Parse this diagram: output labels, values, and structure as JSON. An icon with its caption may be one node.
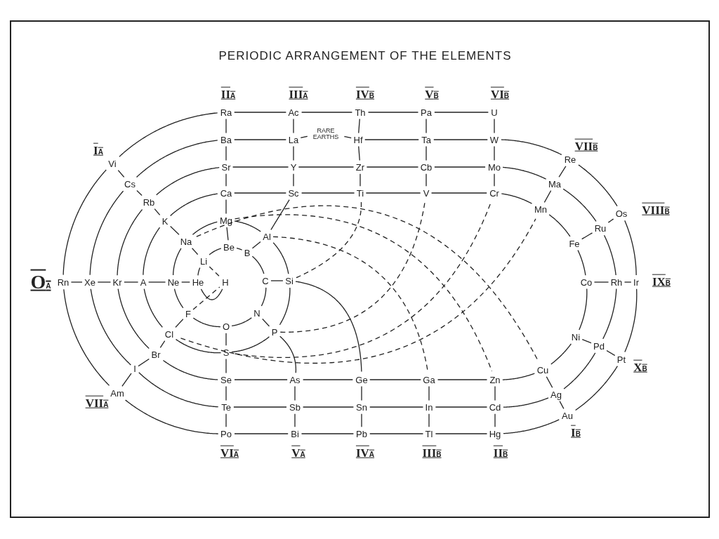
{
  "diagram": {
    "title": "PERIODIC ARRANGEMENT OF THE ELEMENTS",
    "nodes": [
      {
        "text": [
          "Ra"
        ]
      },
      {
        "text": [
          "Ac"
        ]
      },
      {
        "text": [
          "Th"
        ]
      },
      {
        "text": [
          "Pa"
        ]
      },
      {
        "text": [
          "U"
        ]
      },
      {
        "text": [
          "Ba"
        ]
      },
      {
        "text": [
          "La"
        ]
      },
      {
        "text": [
          "RARE EARTHS"
        ]
      },
      {
        "text": [
          "Hf"
        ]
      },
      {
        "text": [
          "Ta"
        ]
      },
      {
        "text": [
          "W"
        ]
      },
      {
        "text": [
          "Sr"
        ]
      },
      {
        "text": [
          "Y"
        ]
      },
      {
        "text": [
          "Zr"
        ]
      },
      {
        "text": [
          "Cb"
        ]
      },
      {
        "text": [
          "Mo"
        ]
      },
      {
        "text": [
          "Ca"
        ]
      },
      {
        "text": [
          "Sc"
        ]
      },
      {
        "text": [
          "Ti"
        ]
      },
      {
        "text": [
          "V"
        ]
      },
      {
        "text": [
          "Cr"
        ]
      },
      {
        "text": [
          "Vi"
        ]
      },
      {
        "text": [
          "Cs"
        ]
      },
      {
        "text": [
          "Rb"
        ]
      },
      {
        "text": [
          "K"
        ]
      },
      {
        "text": [
          "Na"
        ]
      },
      {
        "text": [
          "Li"
        ]
      },
      {
        "text": [
          "Mg"
        ]
      },
      {
        "text": [
          "Be"
        ]
      },
      {
        "text": [
          "B"
        ]
      },
      {
        "text": [
          "Al"
        ]
      },
      {
        "text": [
          "Re"
        ]
      },
      {
        "text": [
          "Ma"
        ]
      },
      {
        "text": [
          "Mn"
        ]
      },
      {
        "text": [
          "Os"
        ]
      },
      {
        "text": [
          "Ru"
        ]
      },
      {
        "text": [
          "Fe"
        ]
      },
      {
        "text": [
          "Rn"
        ]
      },
      {
        "text": [
          "Xe"
        ]
      },
      {
        "text": [
          "Kr"
        ]
      },
      {
        "text": [
          "A"
        ]
      },
      {
        "text": [
          "Ne"
        ]
      },
      {
        "text": [
          "He"
        ]
      },
      {
        "text": [
          "H"
        ]
      },
      {
        "text": [
          "C"
        ]
      },
      {
        "text": [
          "Si"
        ]
      },
      {
        "text": [
          "Co"
        ]
      },
      {
        "text": [
          "Rh"
        ]
      },
      {
        "text": [
          "Ir"
        ]
      },
      {
        "text": [
          "F"
        ]
      },
      {
        "text": [
          "N"
        ]
      },
      {
        "text": [
          "O"
        ]
      },
      {
        "text": [
          "P"
        ]
      },
      {
        "text": [
          "Cl"
        ]
      },
      {
        "text": [
          "S"
        ]
      },
      {
        "text": [
          "Br"
        ]
      },
      {
        "text": [
          "I"
        ]
      },
      {
        "text": [
          "Am"
        ]
      },
      {
        "text": [
          "Ni"
        ]
      },
      {
        "text": [
          "Pd"
        ]
      },
      {
        "text": [
          "Pt"
        ]
      },
      {
        "text": [
          "Cu"
        ]
      },
      {
        "text": [
          "Ag"
        ]
      },
      {
        "text": [
          "Au"
        ]
      },
      {
        "text": [
          "Se"
        ]
      },
      {
        "text": [
          "As"
        ]
      },
      {
        "text": [
          "Ge"
        ]
      },
      {
        "text": [
          "Ga"
        ]
      },
      {
        "text": [
          "Zn"
        ]
      },
      {
        "text": [
          "Te"
        ]
      },
      {
        "text": [
          "Sb"
        ]
      },
      {
        "text": [
          "Sn"
        ]
      },
      {
        "text": [
          "In"
        ]
      },
      {
        "text": [
          "Cd"
        ]
      },
      {
        "text": [
          "Po"
        ]
      },
      {
        "text": [
          "Bi"
        ]
      },
      {
        "text": [
          "Pb"
        ]
      },
      {
        "text": [
          "Tl"
        ]
      },
      {
        "text": [
          "Hg"
        ]
      }
    ],
    "edges": [
      {
        "from": 0,
        "to": 1,
        "arrow": "none"
      },
      {
        "from": 1,
        "to": 2,
        "arrow": "none"
      },
      {
        "from": 2,
        "to": 3,
        "arrow": "none"
      },
      {
        "from": 3,
        "to": 4,
        "arrow": "none"
      },
      {
        "from": 5,
        "to": 6,
        "arrow": "none"
      },
      {
        "from": 6,
        "to": 7,
        "arrow": "none"
      },
      {
        "from": 7,
        "to": 8,
        "arrow": "none"
      },
      {
        "from": 8,
        "to": 9,
        "arrow": "none"
      },
      {
        "from": 9,
        "to": 10,
        "arrow": "none"
      },
      {
        "from": 11,
        "to": 12,
        "arrow": "none"
      },
      {
        "from": 12,
        "to": 13,
        "arrow": "none"
      },
      {
        "from": 13,
        "to": 14,
        "arrow": "none"
      },
      {
        "from": 14,
        "to": 15,
        "arrow": "none"
      },
      {
        "from": 16,
        "to": 17,
        "arrow": "none"
      },
      {
        "from": 17,
        "to": 18,
        "arrow": "none"
      },
      {
        "from": 18,
        "to": 19,
        "arrow": "none"
      },
      {
        "from": 19,
        "to": 20,
        "arrow": "none"
      },
      {
        "from": 0,
        "to": 5,
        "arrow": "none"
      },
      {
        "from": 5,
        "to": 11,
        "arrow": "none"
      },
      {
        "from": 11,
        "to": 16,
        "arrow": "none"
      },
      {
        "from": 16,
        "to": 27,
        "arrow": "none"
      },
      {
        "from": 27,
        "to": 28,
        "arrow": "none"
      },
      {
        "from": 1,
        "to": 6,
        "arrow": "none"
      },
      {
        "from": 6,
        "to": 12,
        "arrow": "none"
      },
      {
        "from": 12,
        "to": 17,
        "arrow": "none"
      },
      {
        "from": 2,
        "to": 8,
        "arrow": "none"
      },
      {
        "from": 8,
        "to": 13,
        "arrow": "none"
      },
      {
        "from": 13,
        "to": 18,
        "arrow": "none"
      },
      {
        "from": 3,
        "to": 9,
        "arrow": "none"
      },
      {
        "from": 9,
        "to": 14,
        "arrow": "none"
      },
      {
        "from": 14,
        "to": 19,
        "arrow": "none"
      },
      {
        "from": 4,
        "to": 10,
        "arrow": "none"
      },
      {
        "from": 10,
        "to": 15,
        "arrow": "none"
      },
      {
        "from": 15,
        "to": 20,
        "arrow": "none"
      },
      {
        "from": 37,
        "to": 21,
        "arrow": "none"
      },
      {
        "from": 21,
        "to": 0,
        "arrow": "none"
      },
      {
        "from": 38,
        "to": 22,
        "arrow": "none"
      },
      {
        "from": 22,
        "to": 5,
        "arrow": "none"
      },
      {
        "from": 39,
        "to": 23,
        "arrow": "none"
      },
      {
        "from": 23,
        "to": 11,
        "arrow": "none"
      },
      {
        "from": 40,
        "to": 24,
        "arrow": "none"
      },
      {
        "from": 24,
        "to": 16,
        "arrow": "none"
      },
      {
        "from": 41,
        "to": 25,
        "arrow": "none"
      },
      {
        "from": 25,
        "to": 27,
        "arrow": "none"
      },
      {
        "from": 42,
        "to": 26,
        "arrow": "none"
      },
      {
        "from": 26,
        "to": 28,
        "arrow": "none"
      },
      {
        "from": 21,
        "to": 22,
        "arrow": "none"
      },
      {
        "from": 22,
        "to": 23,
        "arrow": "none"
      },
      {
        "from": 23,
        "to": 24,
        "arrow": "none"
      },
      {
        "from": 24,
        "to": 25,
        "arrow": "none"
      },
      {
        "from": 25,
        "to": 26,
        "arrow": "none"
      },
      {
        "from": 26,
        "to": 43,
        "arrow": "none",
        "style": "dashed"
      },
      {
        "from": 37,
        "to": 38,
        "arrow": "none"
      },
      {
        "from": 38,
        "to": 39,
        "arrow": "none"
      },
      {
        "from": 39,
        "to": 40,
        "arrow": "none"
      },
      {
        "from": 40,
        "to": 41,
        "arrow": "none"
      },
      {
        "from": 41,
        "to": 42,
        "arrow": "none"
      },
      {
        "from": 42,
        "to": 43,
        "arrow": "none"
      },
      {
        "from": 28,
        "to": 29,
        "arrow": "none"
      },
      {
        "from": 29,
        "to": 44,
        "arrow": "none"
      },
      {
        "from": 44,
        "to": 50,
        "arrow": "none"
      },
      {
        "from": 50,
        "to": 51,
        "arrow": "none"
      },
      {
        "from": 51,
        "to": 49,
        "arrow": "none"
      },
      {
        "from": 49,
        "to": 41,
        "arrow": "none"
      },
      {
        "from": 29,
        "to": 30,
        "arrow": "none"
      },
      {
        "from": 44,
        "to": 45,
        "arrow": "none"
      },
      {
        "from": 50,
        "to": 52,
        "arrow": "none"
      },
      {
        "from": 51,
        "to": 54,
        "arrow": "none"
      },
      {
        "from": 49,
        "to": 53,
        "arrow": "none"
      },
      {
        "from": 49,
        "to": 43,
        "arrow": "none",
        "style": "dashed"
      },
      {
        "from": 27,
        "to": 30,
        "arrow": "none"
      },
      {
        "from": 30,
        "to": 45,
        "arrow": "none"
      },
      {
        "from": 45,
        "to": 52,
        "arrow": "none"
      },
      {
        "from": 52,
        "to": 54,
        "arrow": "none"
      },
      {
        "from": 54,
        "to": 53,
        "arrow": "none"
      },
      {
        "from": 53,
        "to": 40,
        "arrow": "none"
      },
      {
        "from": 17,
        "to": 30,
        "arrow": "none"
      },
      {
        "from": 53,
        "to": 55,
        "arrow": "none"
      },
      {
        "from": 55,
        "to": 56,
        "arrow": "none"
      },
      {
        "from": 56,
        "to": 57,
        "arrow": "none"
      },
      {
        "from": 55,
        "to": 39,
        "arrow": "none"
      },
      {
        "from": 56,
        "to": 38,
        "arrow": "none"
      },
      {
        "from": 57,
        "to": 37,
        "arrow": "none"
      },
      {
        "from": 55,
        "to": 64,
        "arrow": "none"
      },
      {
        "from": 56,
        "to": 69,
        "arrow": "none"
      },
      {
        "from": 57,
        "to": 74,
        "arrow": "none"
      },
      {
        "from": 54,
        "to": 64,
        "arrow": "none"
      },
      {
        "from": 64,
        "to": 69,
        "arrow": "none"
      },
      {
        "from": 69,
        "to": 74,
        "arrow": "none"
      },
      {
        "from": 65,
        "to": 70,
        "arrow": "none"
      },
      {
        "from": 70,
        "to": 75,
        "arrow": "none"
      },
      {
        "from": 66,
        "to": 71,
        "arrow": "none"
      },
      {
        "from": 71,
        "to": 76,
        "arrow": "none"
      },
      {
        "from": 67,
        "to": 72,
        "arrow": "none"
      },
      {
        "from": 72,
        "to": 77,
        "arrow": "none"
      },
      {
        "from": 68,
        "to": 73,
        "arrow": "none"
      },
      {
        "from": 73,
        "to": 78,
        "arrow": "none"
      },
      {
        "from": 64,
        "to": 65,
        "arrow": "none"
      },
      {
        "from": 65,
        "to": 66,
        "arrow": "none"
      },
      {
        "from": 66,
        "to": 67,
        "arrow": "none"
      },
      {
        "from": 67,
        "to": 68,
        "arrow": "none"
      },
      {
        "from": 69,
        "to": 70,
        "arrow": "none"
      },
      {
        "from": 70,
        "to": 71,
        "arrow": "none"
      },
      {
        "from": 71,
        "to": 72,
        "arrow": "none"
      },
      {
        "from": 72,
        "to": 73,
        "arrow": "none"
      },
      {
        "from": 74,
        "to": 75,
        "arrow": "none"
      },
      {
        "from": 75,
        "to": 76,
        "arrow": "none"
      },
      {
        "from": 76,
        "to": 77,
        "arrow": "none"
      },
      {
        "from": 77,
        "to": 78,
        "arrow": "none"
      },
      {
        "from": 45,
        "to": 66,
        "arrow": "none"
      },
      {
        "from": 52,
        "to": 65,
        "arrow": "none"
      },
      {
        "from": 10,
        "to": 31,
        "arrow": "none"
      },
      {
        "from": 15,
        "to": 32,
        "arrow": "none"
      },
      {
        "from": 20,
        "to": 33,
        "arrow": "none"
      },
      {
        "from": 31,
        "to": 32,
        "arrow": "none"
      },
      {
        "from": 32,
        "to": 33,
        "arrow": "none"
      },
      {
        "from": 31,
        "to": 34,
        "arrow": "none"
      },
      {
        "from": 32,
        "to": 35,
        "arrow": "none"
      },
      {
        "from": 33,
        "to": 36,
        "arrow": "none"
      },
      {
        "from": 34,
        "to": 35,
        "arrow": "none"
      },
      {
        "from": 35,
        "to": 36,
        "arrow": "none"
      },
      {
        "from": 34,
        "to": 48,
        "arrow": "none"
      },
      {
        "from": 35,
        "to": 47,
        "arrow": "none"
      },
      {
        "from": 36,
        "to": 46,
        "arrow": "none"
      },
      {
        "from": 46,
        "to": 47,
        "arrow": "none"
      },
      {
        "from": 47,
        "to": 48,
        "arrow": "none"
      },
      {
        "from": 48,
        "to": 60,
        "arrow": "none"
      },
      {
        "from": 47,
        "to": 59,
        "arrow": "none"
      },
      {
        "from": 46,
        "to": 58,
        "arrow": "none"
      },
      {
        "from": 58,
        "to": 59,
        "arrow": "none"
      },
      {
        "from": 59,
        "to": 60,
        "arrow": "none"
      },
      {
        "from": 60,
        "to": 63,
        "arrow": "none"
      },
      {
        "from": 59,
        "to": 62,
        "arrow": "none"
      },
      {
        "from": 58,
        "to": 61,
        "arrow": "none"
      },
      {
        "from": 61,
        "to": 62,
        "arrow": "none"
      },
      {
        "from": 62,
        "to": 63,
        "arrow": "none"
      },
      {
        "from": 61,
        "to": 68,
        "arrow": "none"
      },
      {
        "from": 62,
        "to": 73,
        "arrow": "none"
      },
      {
        "from": 63,
        "to": 78,
        "arrow": "none"
      },
      {
        "from": 25,
        "to": 61,
        "arrow": "none",
        "style": "dashed"
      },
      {
        "from": 27,
        "to": 68,
        "arrow": "none",
        "style": "dashed"
      },
      {
        "from": 30,
        "to": 67,
        "arrow": "none",
        "style": "dashed"
      },
      {
        "from": 45,
        "to": 18,
        "arrow": "none",
        "style": "dashed"
      },
      {
        "from": 52,
        "to": 19,
        "arrow": "none",
        "style": "dashed"
      },
      {
        "from": 54,
        "to": 20,
        "arrow": "none",
        "style": "dashed"
      },
      {
        "from": 53,
        "to": 33,
        "arrow": "none",
        "style": "dashed"
      }
    ],
    "labels": [
      "II$_{A}$",
      "III$_{A}$",
      "IV$_{B}$",
      "V$_{B}$",
      "VI$_{B}$",
      "VII$_{B}$",
      "I$_{A}$",
      "VIII$_{B}$",
      "O$_{A}$",
      "IX$_{B}$",
      "X$_{B}$",
      "VII$_{A}$",
      "I$_{B}$",
      "VI$_{A}$",
      "V$_{A}$",
      "IV$_{A}$",
      "III$_{B}$",
      "II$_{B}$"
    ]
  }
}
